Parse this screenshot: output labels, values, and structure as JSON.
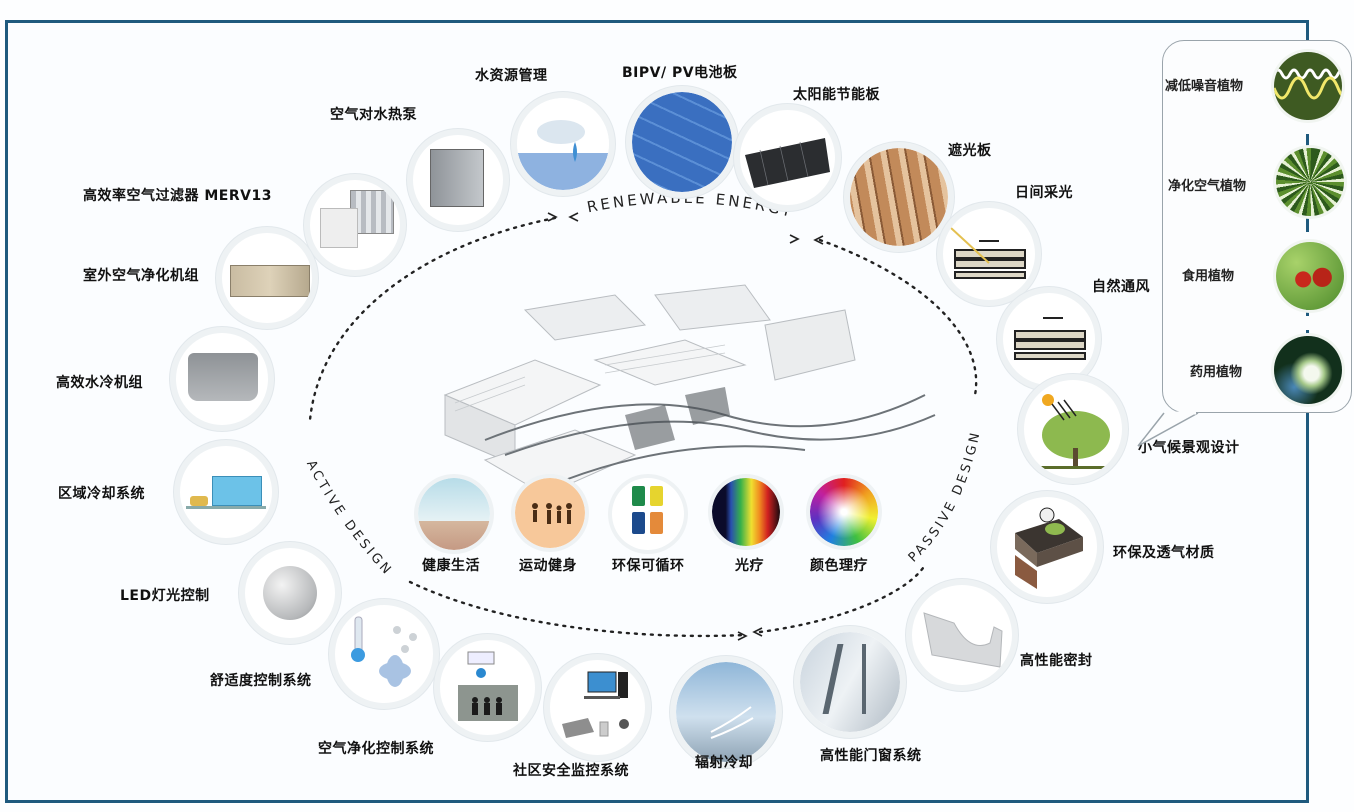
{
  "diagram": {
    "theme_labels": {
      "renewable": "RENEWABLE ENERGY",
      "active": "ACTIVE DESIGN",
      "passive": "PASSIVE DESIGN"
    },
    "colors": {
      "frame": "#1f5a7e",
      "node_ring": "#eef2f4",
      "dotted_orbit": "#222222"
    },
    "top_nodes": [
      {
        "id": "rainwater",
        "label": "水资源管理"
      },
      {
        "id": "bipv",
        "label": "BIPV/ PV电池板"
      },
      {
        "id": "solar-panel",
        "label": "太阳能节能板"
      },
      {
        "id": "light-louver",
        "label": "遮光板"
      }
    ],
    "left_nodes": [
      {
        "id": "air-water-pump",
        "label": "空气对水热泵"
      },
      {
        "id": "merv-filter",
        "label": "高效率空气过滤器 MERV13"
      },
      {
        "id": "fresh-air-unit",
        "label": "室外空气净化机组"
      },
      {
        "id": "chiller",
        "label": "高效水冷机组"
      },
      {
        "id": "district-cooling",
        "label": "区域冷却系统"
      },
      {
        "id": "led-control",
        "label": "LED灯光控制"
      },
      {
        "id": "comfort-control",
        "label": "舒适度控制系统"
      },
      {
        "id": "air-purify-control",
        "label": "空气净化控制系统"
      },
      {
        "id": "security-monitor",
        "label": "社区安全监控系统"
      }
    ],
    "bottom_nodes": [
      {
        "id": "radiant-cooling",
        "label": "辐射冷却"
      },
      {
        "id": "high-perf-window",
        "label": "高性能门窗系统"
      }
    ],
    "right_nodes": [
      {
        "id": "daylight",
        "label": "日间采光"
      },
      {
        "id": "natural-vent",
        "label": "自然通风"
      },
      {
        "id": "microclimate",
        "label": "小气候景观设计"
      },
      {
        "id": "eco-material",
        "label": "环保及透气材质"
      },
      {
        "id": "high-perf-seal",
        "label": "高性能密封"
      }
    ],
    "inner_nodes": [
      {
        "id": "healthy-living",
        "label": "健康生活"
      },
      {
        "id": "exercise",
        "label": "运动健身"
      },
      {
        "id": "recycling",
        "label": "环保可循环"
      },
      {
        "id": "light-therapy",
        "label": "光疗"
      },
      {
        "id": "color-therapy",
        "label": "颜色理疗"
      }
    ],
    "plant_panel": {
      "items": [
        {
          "id": "noise-plant",
          "label": "减低噪音植物"
        },
        {
          "id": "air-plant",
          "label": "净化空气植物"
        },
        {
          "id": "edible-plant",
          "label": "食用植物"
        },
        {
          "id": "herb-plant",
          "label": "药用植物"
        }
      ]
    }
  }
}
